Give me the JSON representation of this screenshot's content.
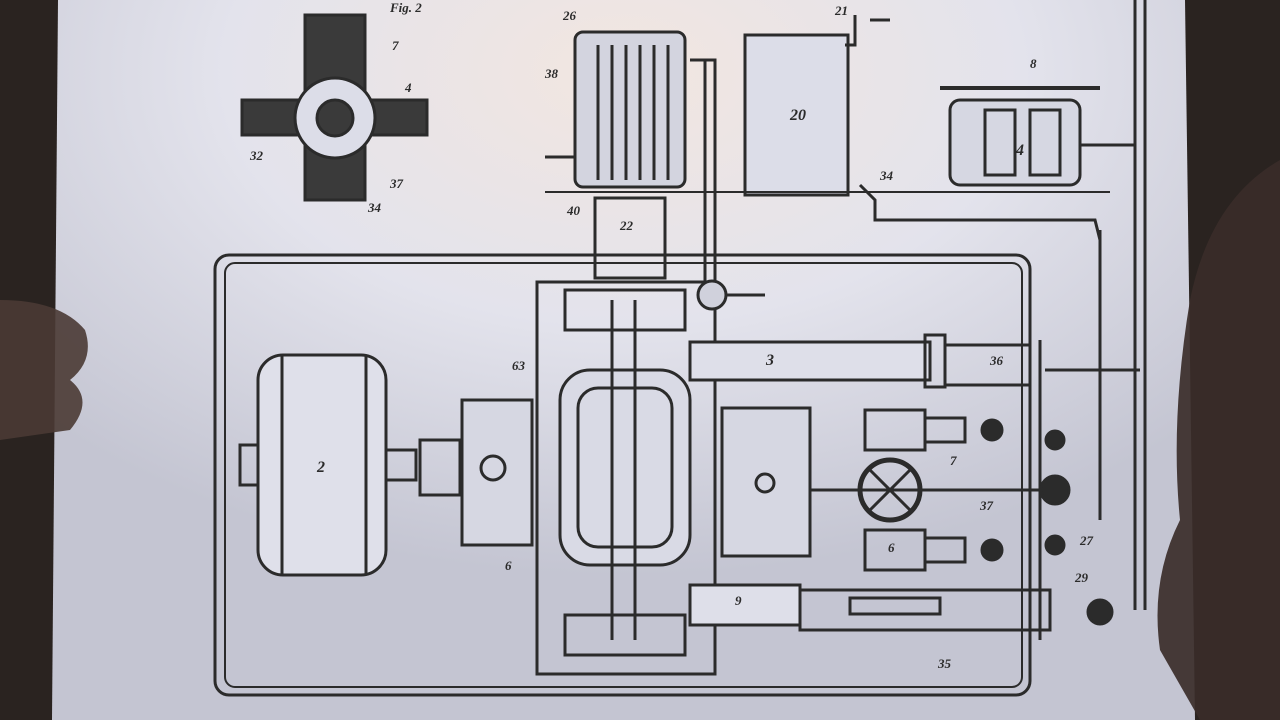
{
  "photo": {
    "subject": "hand-held sheet of patent drawing",
    "colors": {
      "background": "#2a2320",
      "paper": "#e4e4ee",
      "paper_shade": "#c9cad6",
      "ink": "#2b2b2b",
      "hand": "#4a3a34"
    }
  },
  "drawing": {
    "fig_label": "Fig. 2",
    "labels": {
      "l1": "2",
      "l2": "3",
      "l3": "4",
      "l4": "6",
      "l5": "7",
      "l6": "8",
      "l7": "9",
      "l8": "20",
      "l9": "22",
      "l10": "26",
      "l11": "36",
      "l12": "37",
      "l13": "40",
      "l14": "63",
      "l15": "27",
      "l16": "29",
      "l17": "34",
      "l18": "38",
      "l19": "21",
      "l20": "4",
      "l21": "7",
      "l22": "37",
      "l23": "34",
      "l24": "32",
      "l25": "6",
      "l26": "35"
    }
  }
}
